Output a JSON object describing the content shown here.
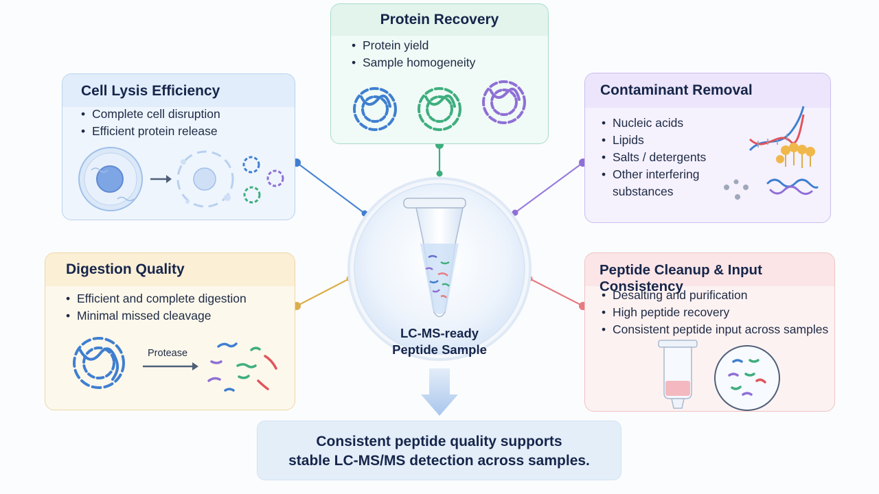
{
  "cards": {
    "lysis": {
      "title": "Cell Lysis Efficiency",
      "items": [
        "Complete cell disruption",
        "Efficient protein release"
      ]
    },
    "recovery": {
      "title": "Protein Recovery",
      "items": [
        "Protein yield",
        "Sample homogeneity"
      ]
    },
    "contaminant": {
      "title": "Contaminant Removal",
      "items": [
        "Nucleic acids",
        "Lipids",
        "Salts / detergents",
        "Other interfering substances"
      ]
    },
    "digestion": {
      "title": "Digestion Quality",
      "items": [
        "Efficient and complete digestion",
        "Minimal missed cleavage"
      ],
      "protease_label": "Protease"
    },
    "cleanup": {
      "title": "Peptide Cleanup & Input Consistency",
      "items": [
        "Desalting and purification",
        "High peptide recovery",
        "Consistent peptide input across samples"
      ]
    }
  },
  "center": {
    "line1": "LC-MS-ready",
    "line2": "Peptide Sample"
  },
  "summary": {
    "line1": "Consistent peptide quality supports",
    "line2": "stable LC-MS/MS detection across samples."
  },
  "colors": {
    "blue": "#3f7fd0",
    "green": "#3fae7e",
    "purple": "#8f6fd6",
    "gold": "#dcae4a",
    "red": "#e77b82",
    "text": "#16254a"
  }
}
